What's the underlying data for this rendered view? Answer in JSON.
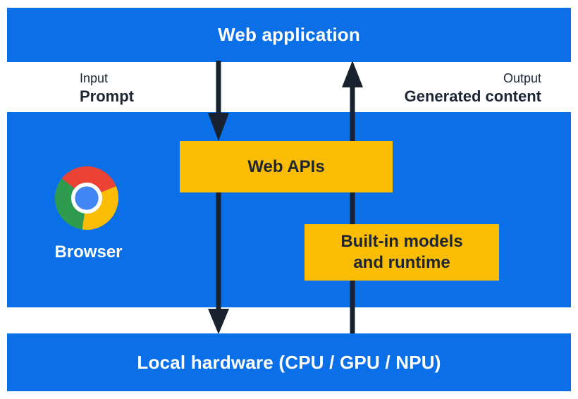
{
  "top_bar": {
    "label": "Web application"
  },
  "io": {
    "input_title": "Input",
    "input_value": "Prompt",
    "output_title": "Output",
    "output_value": "Generated content"
  },
  "browser": {
    "label": "Browser",
    "web_apis_label": "Web APIs",
    "builtin_line1": "Built-in models",
    "builtin_line2": "and runtime"
  },
  "bottom_bar": {
    "label": "Local hardware (CPU / GPU / NPU)"
  },
  "icons": {
    "chrome_logo": "chrome-browser-logo",
    "down_arrow": "prompt-flow-down-arrow",
    "up_arrow": "generated-content-up-arrow"
  },
  "colors": {
    "band_blue": "#0b70e8",
    "box_yellow": "#fbbc04",
    "dark_navy": "#1c2633",
    "arrow_navy": "#18222f",
    "chrome_red": "#ea4335",
    "chrome_yellow": "#fbbc04",
    "chrome_green": "#2e9b4f",
    "chrome_center_blue": "#4285f4",
    "white": "#ffffff"
  }
}
